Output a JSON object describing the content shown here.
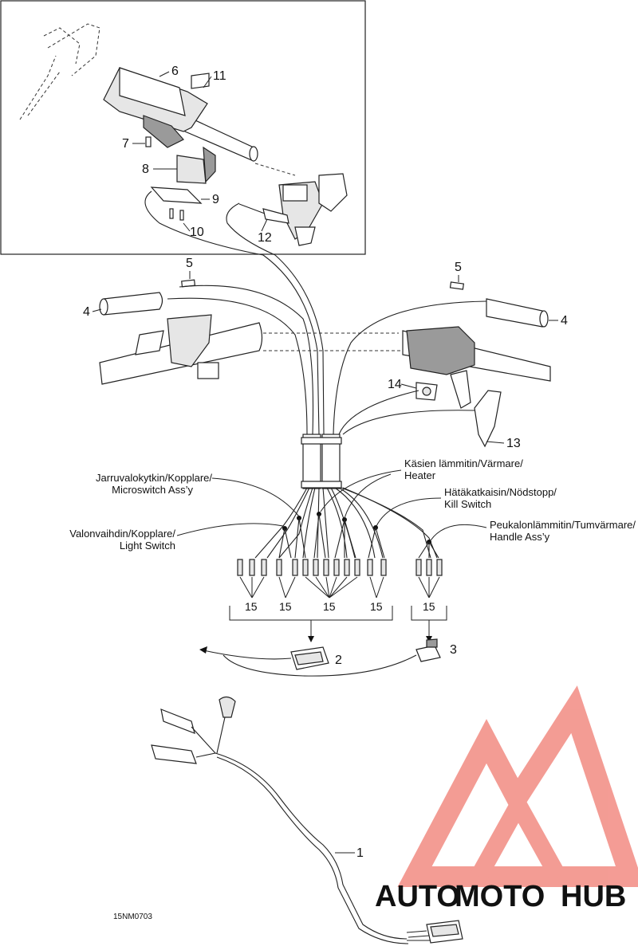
{
  "diagram": {
    "code": "15NM0703",
    "callouts": {
      "c1": "1",
      "c2": "2",
      "c3": "3",
      "c4_left": "4",
      "c4_right": "4",
      "c5_left": "5",
      "c5_right": "5",
      "c6": "6",
      "c7": "7",
      "c8": "8",
      "c9": "9",
      "c10": "10",
      "c11": "11",
      "c12": "12",
      "c13": "13",
      "c14": "14",
      "c15_a": "15",
      "c15_b": "15",
      "c15_c": "15",
      "c15_d": "15",
      "c15_e": "15"
    },
    "labels": {
      "brake_switch": [
        "Jarruvalokytkin/Kopplare/",
        "Microswitch Ass’y"
      ],
      "light_switch": [
        "Valonvaihdin/Kopplare/",
        "Light Switch"
      ],
      "heater": [
        "Käsien lämmitin/Värmare/",
        "Heater"
      ],
      "kill_switch": [
        "Hätäkatkaisin/Nödstopp/",
        "Kill Switch"
      ],
      "thumb_heater": [
        "Peukalonlämmitin/Tumvärmare/",
        "Handle Ass’y"
      ]
    }
  },
  "watermark": {
    "text_a": "AUTO",
    "text_b": "MOTO",
    "text_c": "HUB",
    "color_a": "#f5b84a",
    "color_b": "#f28b82",
    "color_c": "#8e8e8e",
    "logo_color": "#f28b82"
  }
}
